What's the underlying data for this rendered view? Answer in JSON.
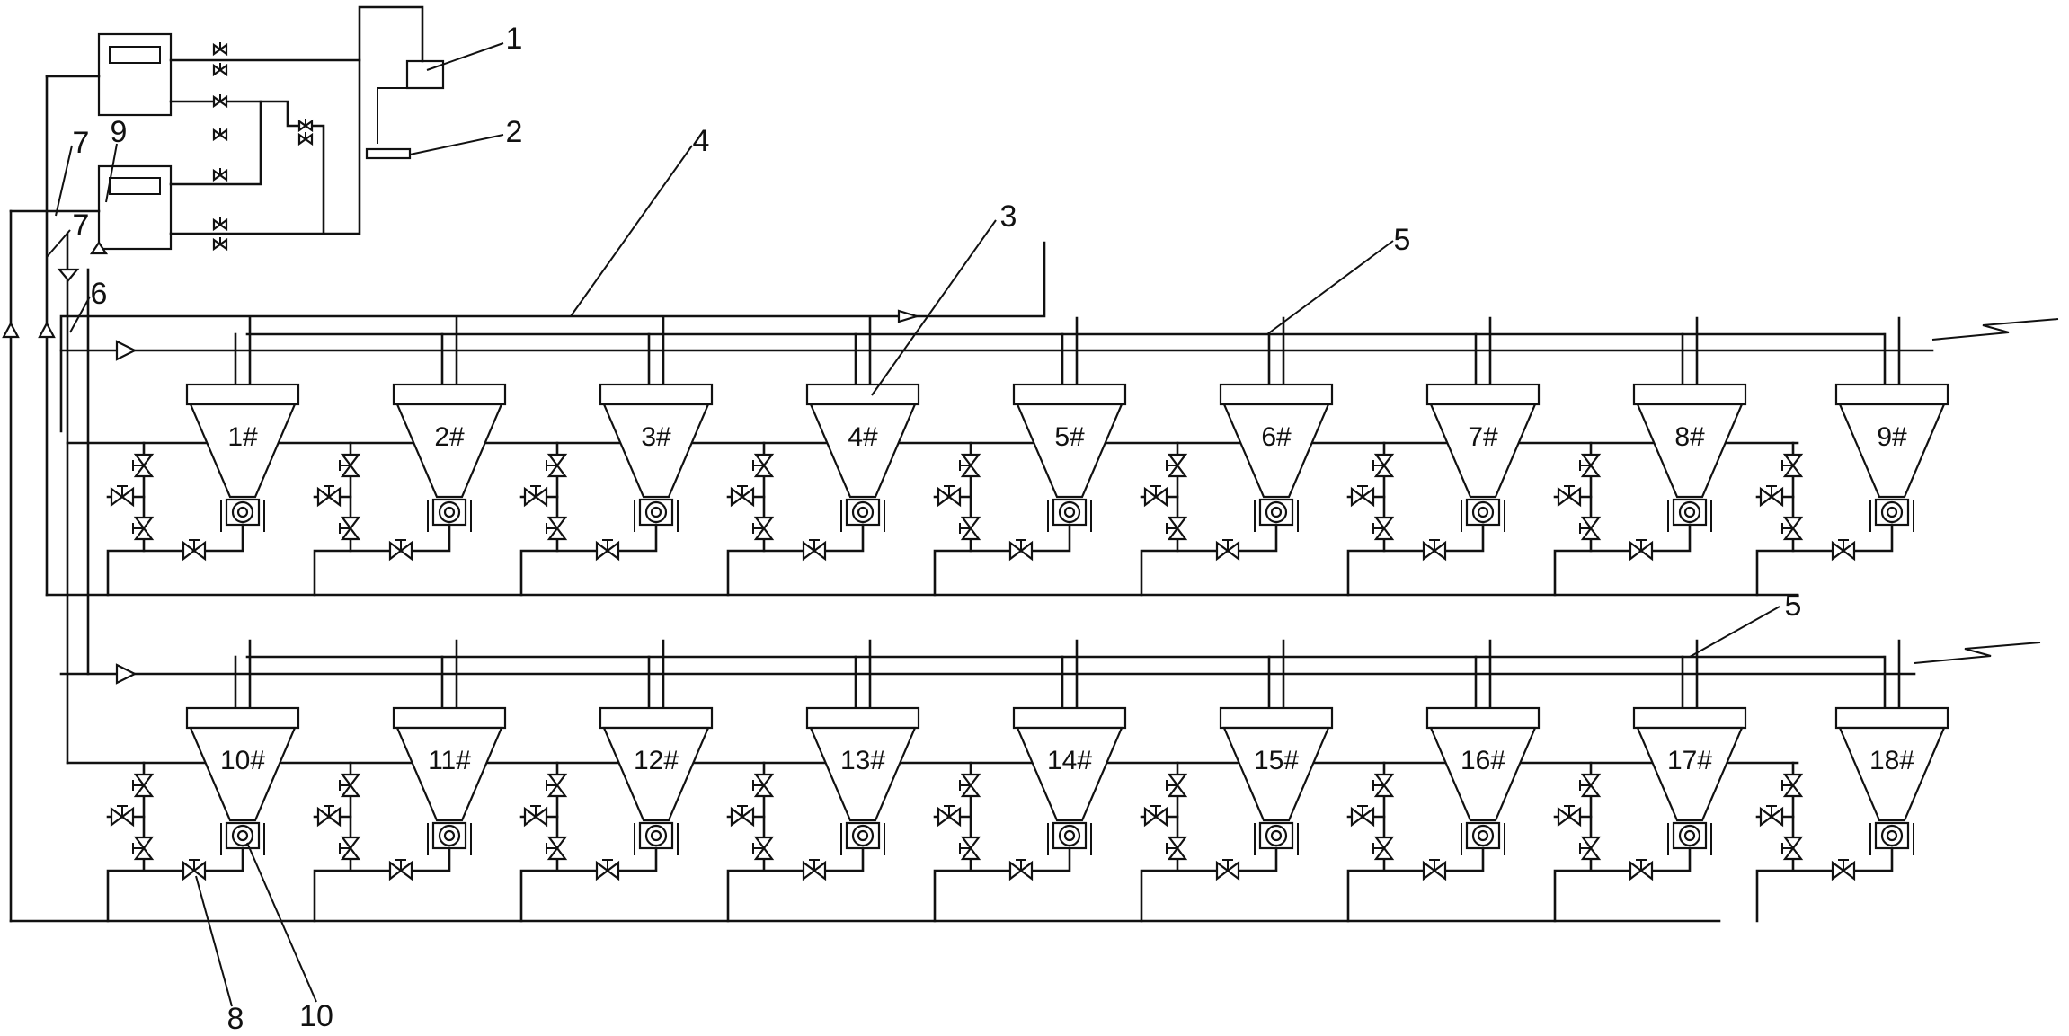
{
  "tanks": [
    {
      "label": "1#"
    },
    {
      "label": "2#"
    },
    {
      "label": "3#"
    },
    {
      "label": "4#"
    },
    {
      "label": "5#"
    },
    {
      "label": "6#"
    },
    {
      "label": "7#"
    },
    {
      "label": "8#"
    },
    {
      "label": "9#"
    },
    {
      "label": "10#"
    },
    {
      "label": "11#"
    },
    {
      "label": "12#"
    },
    {
      "label": "13#"
    },
    {
      "label": "14#"
    },
    {
      "label": "15#"
    },
    {
      "label": "16#"
    },
    {
      "label": "17#"
    },
    {
      "label": "18#"
    }
  ],
  "callouts": [
    "1",
    "2",
    "3",
    "4",
    "5",
    "5",
    "6",
    "7",
    "7",
    "8",
    "9",
    "10"
  ]
}
